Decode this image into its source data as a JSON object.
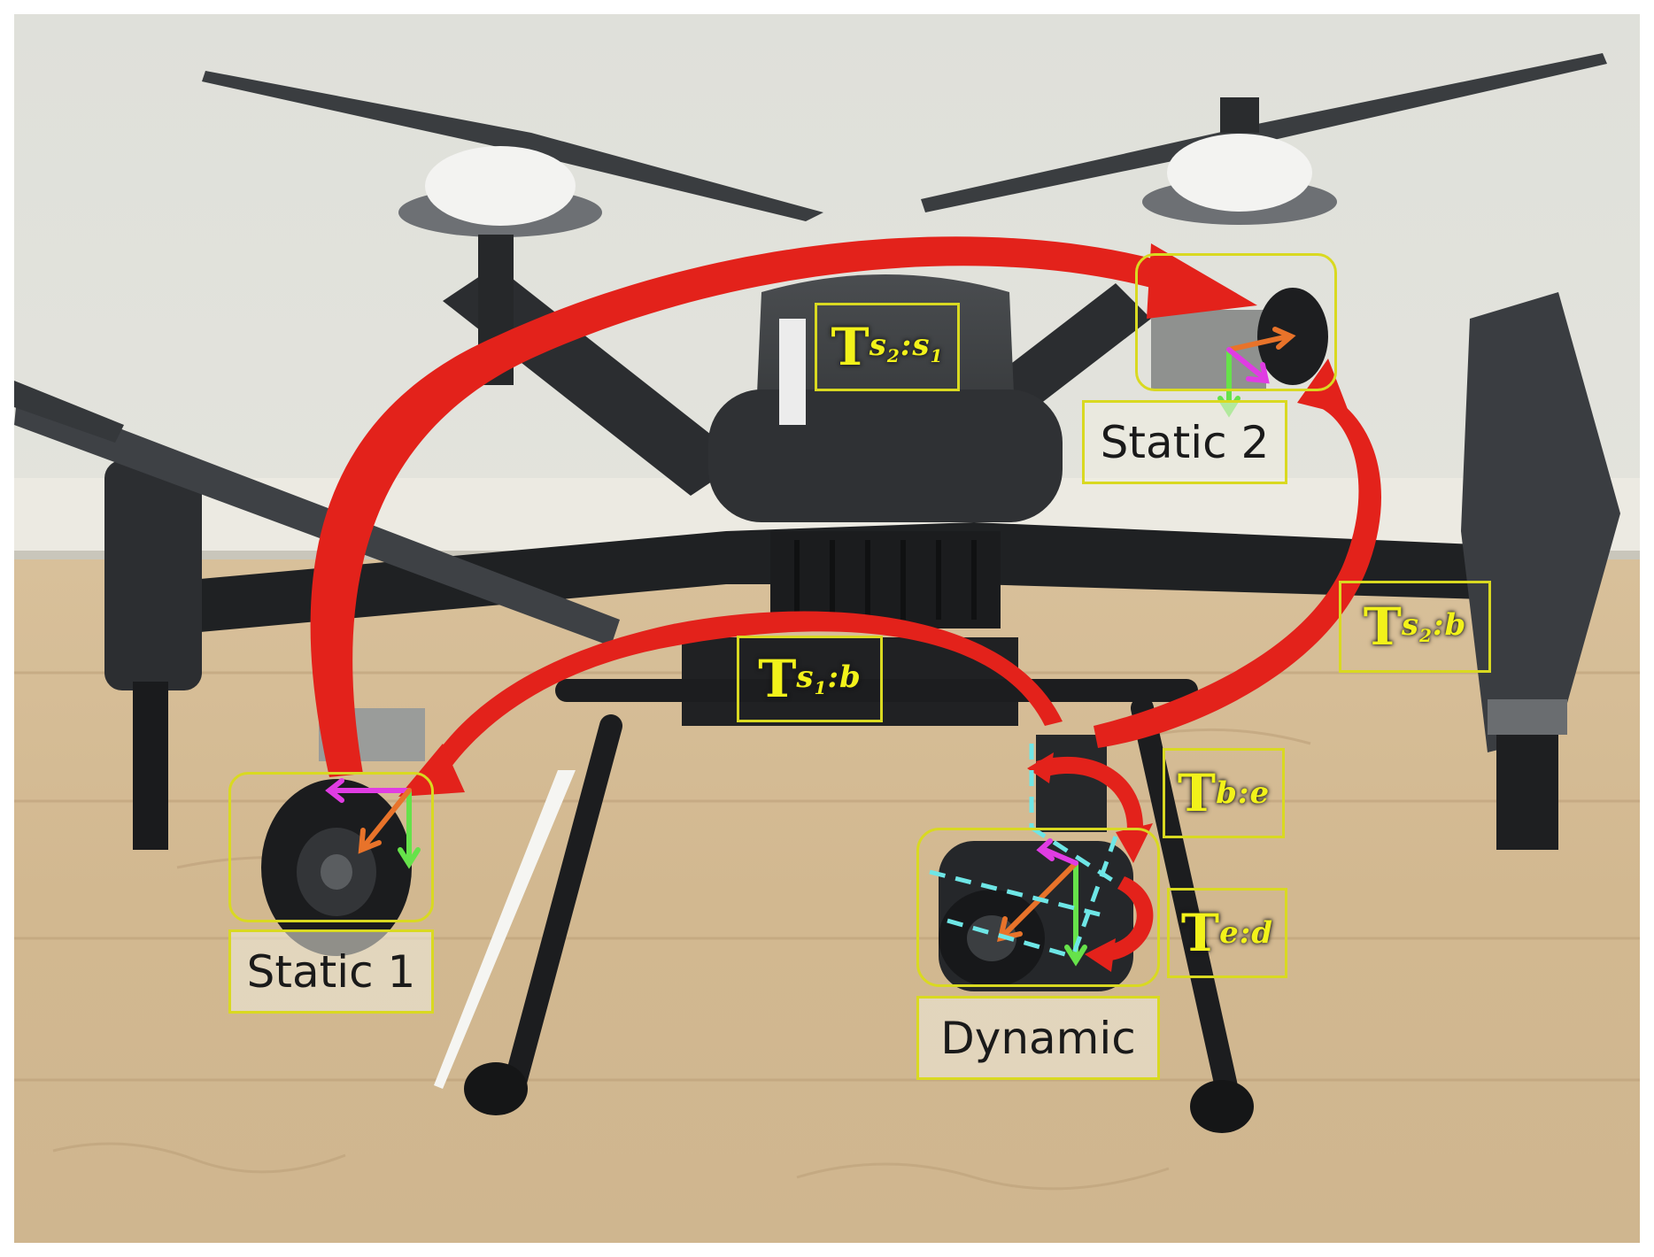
{
  "labels": {
    "static1": "Static 1",
    "static2": "Static 2",
    "dynamic": "Dynamic"
  },
  "transforms": {
    "s2_s1": {
      "base": "T",
      "sup_a": "s",
      "sub_a": "2",
      "sep": ":",
      "sup_b": "s",
      "sub_b": "1"
    },
    "s1_b": {
      "base": "T",
      "sup_a": "s",
      "sub_a": "1",
      "sep": ":",
      "sup_b": "b",
      "sub_b": ""
    },
    "s2_b": {
      "base": "T",
      "sup_a": "s",
      "sub_a": "2",
      "sep": ":",
      "sup_b": "b",
      "sub_b": ""
    },
    "b_e": {
      "base": "T",
      "sup_a": "b",
      "sub_a": "",
      "sep": ":",
      "sup_b": "e",
      "sub_b": ""
    },
    "e_d": {
      "base": "T",
      "sup_a": "e",
      "sub_a": "",
      "sep": ":",
      "sup_b": "d",
      "sub_b": ""
    }
  },
  "colors": {
    "box": "#d9d921",
    "transform_arrow": "#e3221b",
    "axis_x": "#e8732a",
    "axis_y": "#66e24a",
    "axis_z": "#e03ce3",
    "gimbal_frame": "#6ee6e6"
  }
}
